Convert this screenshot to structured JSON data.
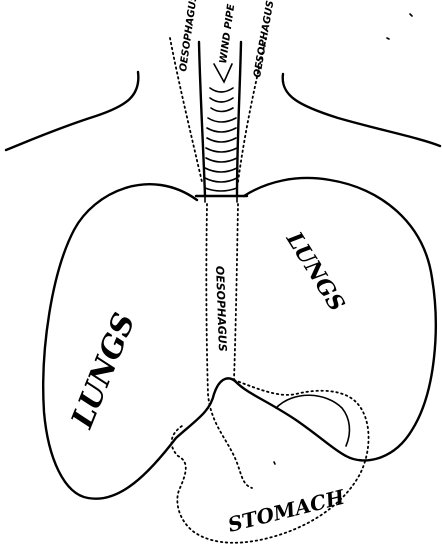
{
  "labels": {
    "wind_pipe": "WIND PIPE",
    "oesophagus_left": "OESOPHAGUS",
    "oesophagus_right": "OESOPHAGUS",
    "oesophagus_center": "OESOPHAGUS",
    "lungs_right": "LUNGS",
    "lungs_left": "LUNGS",
    "stomach": "STOMACH"
  }
}
